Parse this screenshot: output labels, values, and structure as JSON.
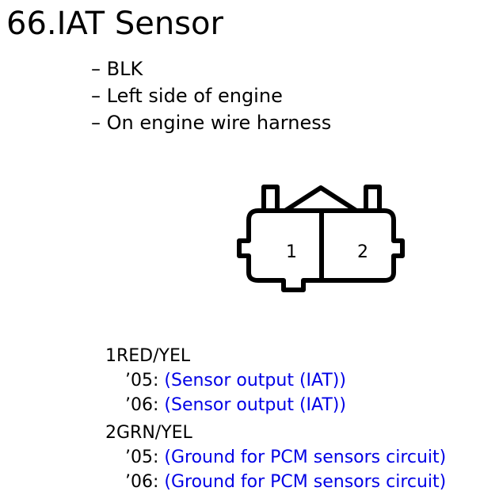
{
  "title": "66.IAT Sensor",
  "properties": [
    "– BLK",
    "– Left side of engine",
    "– On engine wire harness"
  ],
  "connector": {
    "pin_labels": [
      "1",
      "2"
    ]
  },
  "pins": [
    {
      "header": "1RED/YEL",
      "entries": [
        {
          "year": "’05:",
          "desc": "(Sensor output (IAT))"
        },
        {
          "year": "’06:",
          "desc": "(Sensor output (IAT))"
        }
      ]
    },
    {
      "header": "2GRN/YEL",
      "entries": [
        {
          "year": "’05:",
          "desc": "(Ground for PCM sensors circuit)"
        },
        {
          "year": "’06:",
          "desc": "(Ground for PCM sensors circuit)"
        }
      ]
    }
  ],
  "colors": {
    "description_text": "#0000e6",
    "outline": "#000000"
  }
}
